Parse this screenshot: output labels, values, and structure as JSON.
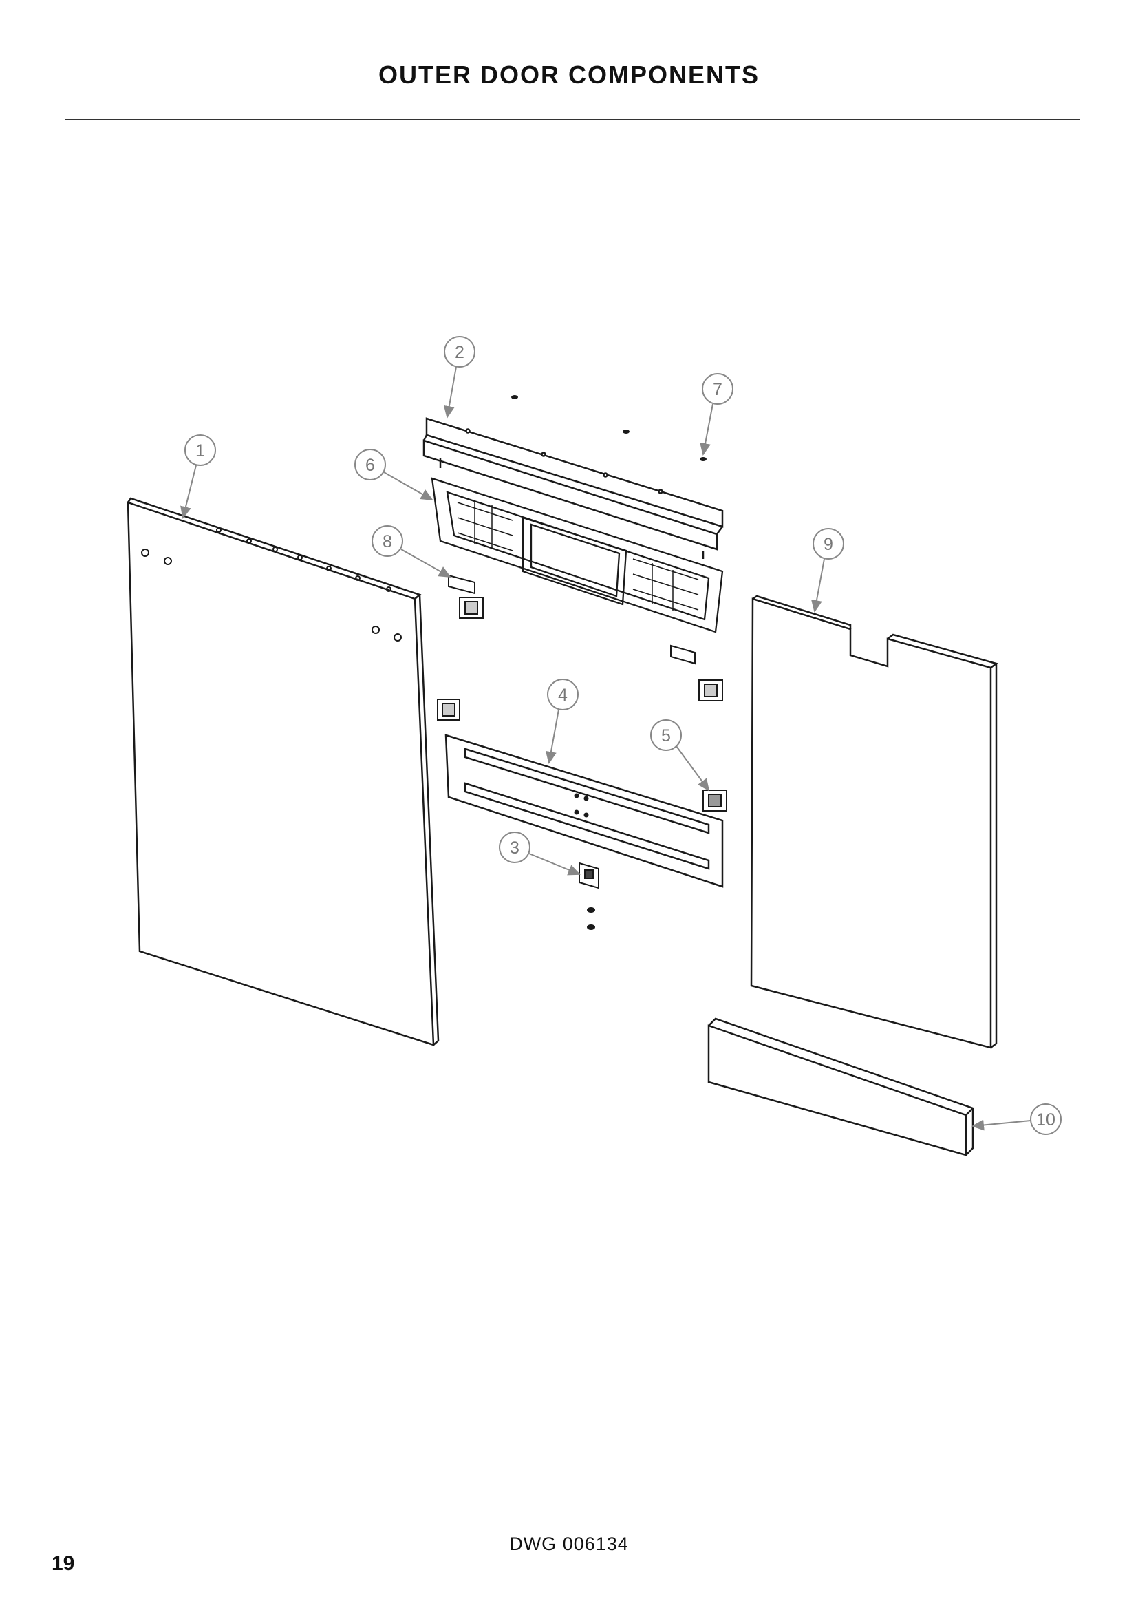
{
  "page": {
    "title": "OUTER DOOR COMPONENTS",
    "drawing_number": "DWG 006134",
    "page_number": "19"
  },
  "callouts": {
    "c1": "1",
    "c2": "2",
    "c3": "3",
    "c4": "4",
    "c5": "5",
    "c6": "6",
    "c7": "7",
    "c8": "8",
    "c9": "9",
    "c10": "10"
  },
  "colors": {
    "line": "#1a1a1a",
    "callout": "#888888"
  }
}
